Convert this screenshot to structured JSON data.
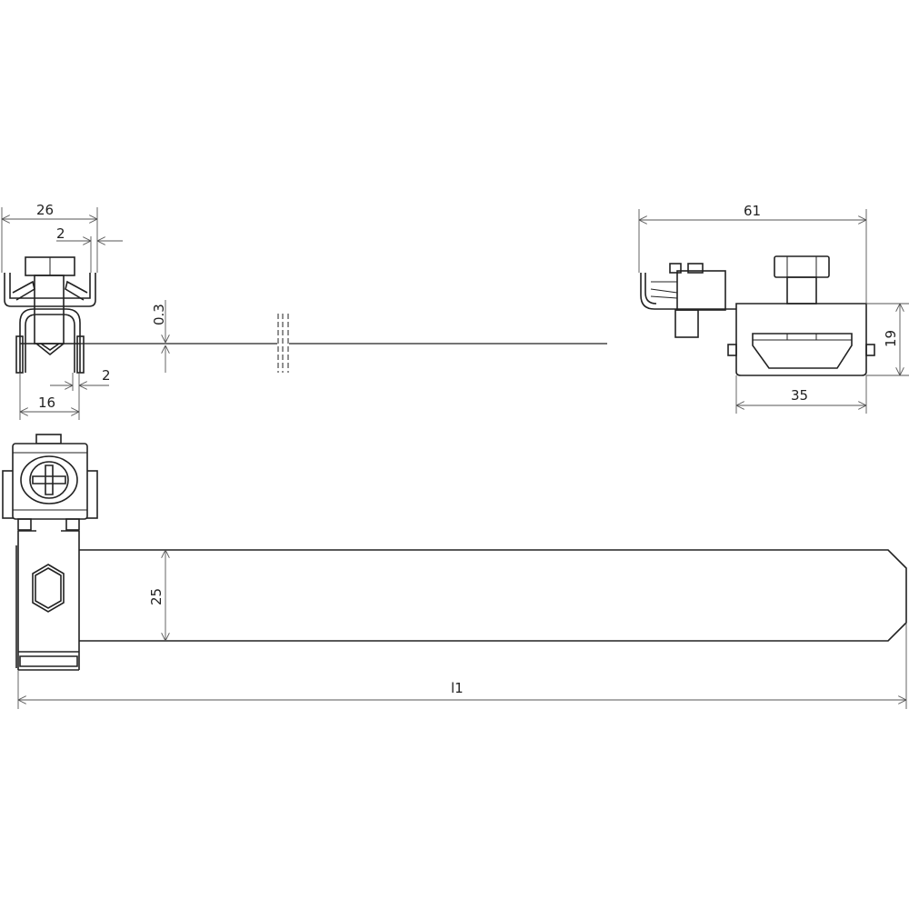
{
  "dimensions": {
    "front_width": "26",
    "front_wall": "2",
    "strip_thickness": "0.3",
    "front_lower_wall": "2",
    "front_inner_width": "16",
    "side_total_width": "61",
    "side_height": "19",
    "side_body_width": "35",
    "strip_width": "25",
    "total_length": "l1"
  },
  "colors": {
    "line": "#222222",
    "dimension": "#555555",
    "background": "#ffffff"
  }
}
